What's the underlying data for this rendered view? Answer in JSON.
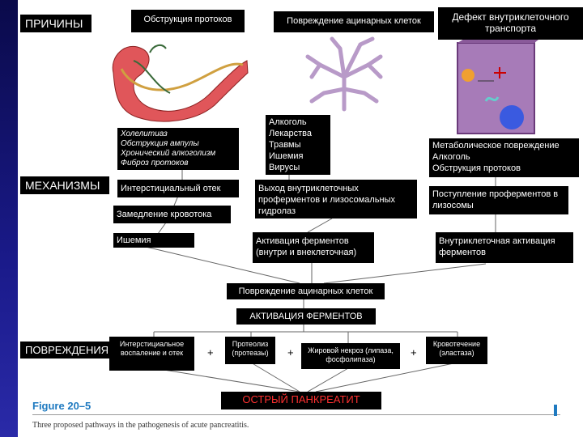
{
  "labels": {
    "causes": "ПРИЧИНЫ",
    "mechanisms": "МЕХАНИЗМЫ",
    "damage": "ПОВРЕЖДЕНИЯ"
  },
  "headers": {
    "duct_obstruction": "Обструкция протоков",
    "acinar_injury": "Повреждение ацинарных клеток",
    "transport_defect": "Дефект внутриклеточного транспорта"
  },
  "causes": {
    "obstruction_list": [
      "Холелитиаз",
      "Обструкция ампулы",
      "Хронический алкоголизм",
      "Фиброз протоков"
    ],
    "acinar_list": [
      "Алкоголь",
      "Лекарства",
      "Травмы",
      "Ишемия",
      "Вирусы"
    ],
    "metabolic_list": [
      "Метаболическое повреждение",
      "Алкоголь",
      "Обструкция протоков"
    ]
  },
  "mechanisms": {
    "interstitial_edema": "Интерстициальный отек",
    "slowed_blood_flow": "Замедление кровотока",
    "ischemia": "Ишемия",
    "enzyme_release": "Выход внутриклеточных проферментов и лизосомальных гидролаз",
    "proenzyme_to_lysosome": "Поступление проферментов в лизосомы",
    "enzyme_activation": "Активация ферментов (внутри и внеклеточная)",
    "intracellular_activation": "Внутриклеточная активация ферментов",
    "acinar_cell_damage": "Повреждение ацинарных клеток",
    "enzyme_activation_caps": "АКТИВАЦИЯ ФЕРМЕНТОВ"
  },
  "damage": {
    "interstitial_inflammation": "Интерстициальное воспаление и отек",
    "proteolysis": "Протеолиз (протеазы)",
    "fat_necrosis": "Жировой некроз (липаза, фосфолипаза)",
    "hemorrhage": "Кровотечение (эластаза)",
    "plus": "+",
    "result": "ОСТРЫЙ ПАНКРЕАТИТ"
  },
  "caption": {
    "figure": "Figure 20–5",
    "text": "Three proposed pathways in the pathogenesis of acute pancreatitis."
  },
  "colors": {
    "box_bg": "#000000",
    "box_text": "#ffffff",
    "result_text": "#ff3030",
    "figure_label": "#1f7ac0",
    "sidebar": "#1a1a8a",
    "pancreas": "#e0565a",
    "acinar_tree": "#b89ac8",
    "cell_body": "#a77bb8"
  }
}
